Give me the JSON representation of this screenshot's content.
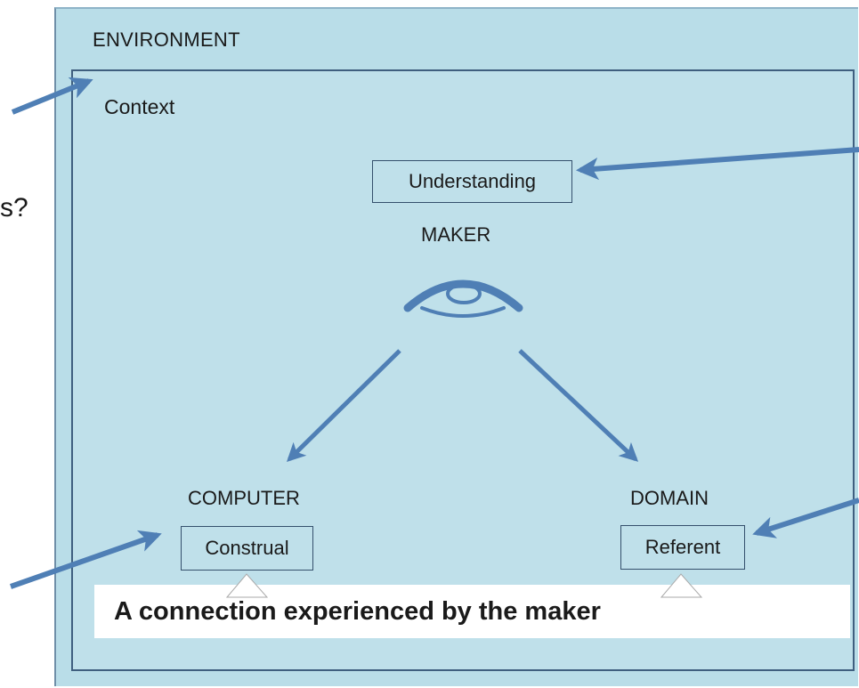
{
  "diagram": {
    "environment_label": "ENVIRONMENT",
    "context_label": "Context",
    "understanding_label": "Understanding",
    "maker_label": "MAKER",
    "computer_label": "COMPUTER",
    "construal_label": "Construal",
    "domain_label": "DOMAIN",
    "referent_label": "Referent",
    "caption": "A connection experienced by the maker",
    "partial_text": "s?"
  },
  "icons": {
    "maker": "eye-icon"
  },
  "colors": {
    "environment_fill": "#b9dde8",
    "context_border": "#3f5f7f",
    "arrow": "#4f7fb5",
    "caption_background": "#ffffff"
  }
}
